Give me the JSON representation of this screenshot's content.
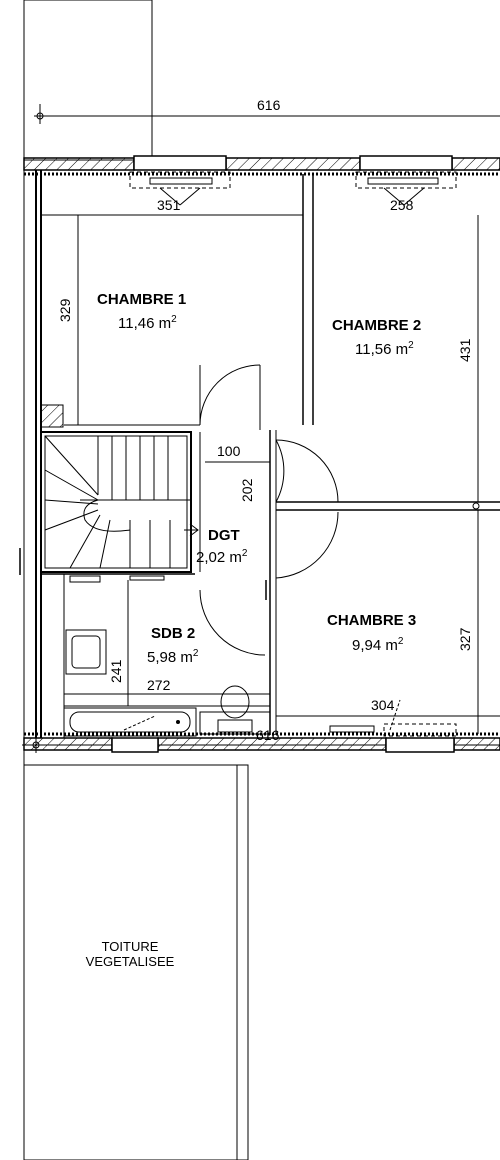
{
  "rooms": {
    "chambre1": {
      "name": "CHAMBRE 1",
      "area": "11,46 m",
      "exp": "2"
    },
    "chambre2": {
      "name": "CHAMBRE 2",
      "area": "11,56 m",
      "exp": "2"
    },
    "chambre3": {
      "name": "CHAMBRE 3",
      "area": "9,94 m",
      "exp": "2"
    },
    "dgt": {
      "name": "DGT",
      "area": "2,02 m",
      "exp": "2"
    },
    "sdb2": {
      "name": "SDB 2",
      "area": "5,98 m",
      "exp": "2"
    }
  },
  "dimensions": {
    "top_overall": "616",
    "bottom_overall": "616",
    "window_left": "351",
    "window_right": "258",
    "ch1_height": "329",
    "ch2_height": "431",
    "ch3_height": "327",
    "dgt_width": "100",
    "dgt_height": "202",
    "sdb_width": "272",
    "sdb_height": "241",
    "ch3_width": "304"
  },
  "roof": {
    "line1": "TOITURE",
    "line2": "VEGETALISEE"
  },
  "colors": {
    "line": "#000000",
    "dim_line": "#333333",
    "background": "#ffffff"
  }
}
